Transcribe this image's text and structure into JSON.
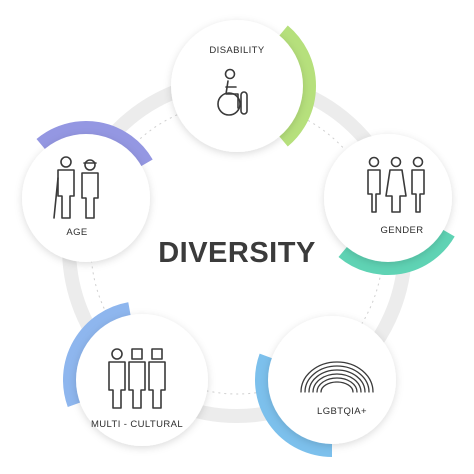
{
  "diagram": {
    "center_title": "DIVERSITY",
    "nodes": [
      {
        "id": "disability",
        "label": "DISABILITY",
        "accent": "#b6e07c",
        "icon": "wheelchair-icon"
      },
      {
        "id": "gender",
        "label": "GENDER",
        "accent": "#5fd3b4",
        "icon": "gender-people-icon"
      },
      {
        "id": "lgbtqia",
        "label": "LGBTQIA+",
        "accent": "#7cc0ec",
        "icon": "rainbow-icon"
      },
      {
        "id": "multicultural",
        "label": "MULTI - CULTURAL",
        "accent": "#8eb6ee",
        "icon": "multicultural-people-icon"
      },
      {
        "id": "age",
        "label": "AGE",
        "accent": "#9497e2",
        "icon": "elderly-people-icon"
      }
    ]
  },
  "colors": {
    "text": "#2d2d2d",
    "title": "#3b3b3b",
    "ring": "#ececec",
    "dotted_line": "#cfcfcf",
    "card": "#ffffff"
  }
}
